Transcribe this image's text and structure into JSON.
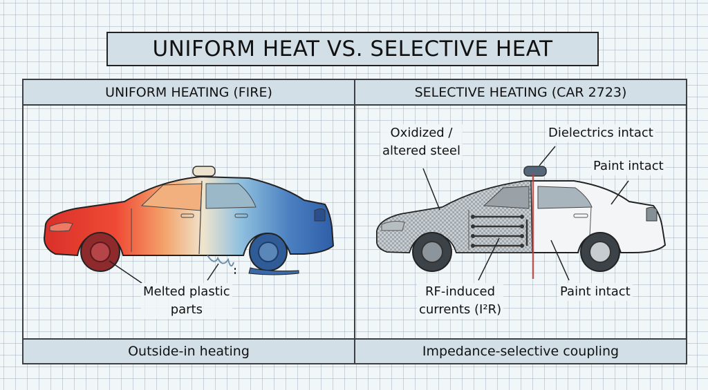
{
  "title": "UNIFORM HEAT VS. SELECTIVE HEAT",
  "columns": [
    {
      "header": "UNIFORM HEATING (FIRE)",
      "footer": "Outside-in heating",
      "illustration": "car-heat-gradient",
      "gradient_colors": [
        "#e8322a",
        "#f2a46a",
        "#eee6cf",
        "#7fb2d8",
        "#2f5ea8"
      ],
      "annotations": [
        {
          "line1": "Melted plastic",
          "line2": "parts"
        }
      ]
    },
    {
      "header": "SELECTIVE HEATING (CAR 2723)",
      "footer": "Impedance-selective coupling",
      "illustration": "car-selective-heating",
      "annotations": [
        {
          "line1": "Oxidized /",
          "line2": "altered steel"
        },
        {
          "line1": "Dielectrics intact"
        },
        {
          "line1": "Paint intact"
        },
        {
          "line1": "RF-induced",
          "line2": "currents (I²R)"
        },
        {
          "line1": "Paint intact"
        }
      ]
    }
  ]
}
